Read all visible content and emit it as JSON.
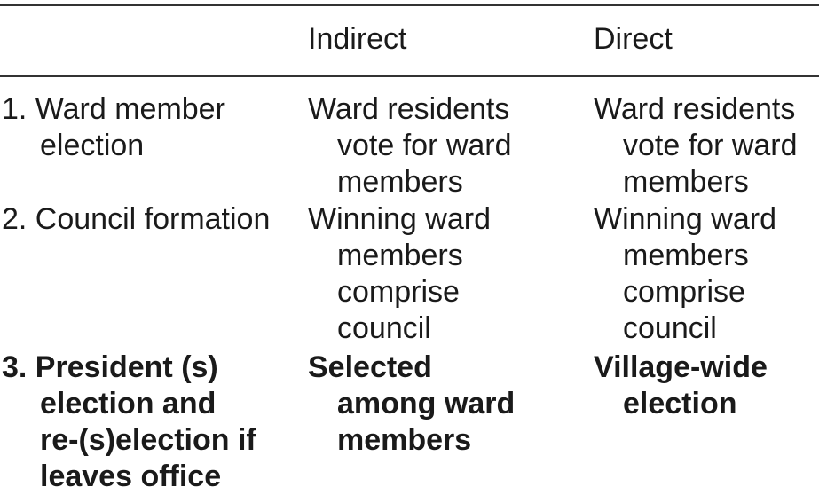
{
  "header": {
    "col1": "",
    "col2": "Indirect",
    "col3": "Direct"
  },
  "rows": [
    {
      "bold": false,
      "step": [
        "1. Ward member",
        "election"
      ],
      "indirect": [
        "Ward residents",
        "vote for ward",
        "members"
      ],
      "direct": [
        "Ward residents",
        "vote for ward",
        "members"
      ]
    },
    {
      "bold": false,
      "step": [
        "2. Council formation"
      ],
      "indirect": [
        "Winning ward",
        "members",
        "comprise",
        "council"
      ],
      "direct": [
        "Winning ward",
        "members",
        "comprise",
        "council"
      ]
    },
    {
      "bold": true,
      "step": [
        "3. President (s)",
        "election and",
        "re-(s)election if",
        "leaves office"
      ],
      "indirect": [
        "Selected",
        "among ward",
        "members"
      ],
      "direct": [
        "Village-wide",
        "election"
      ]
    }
  ]
}
